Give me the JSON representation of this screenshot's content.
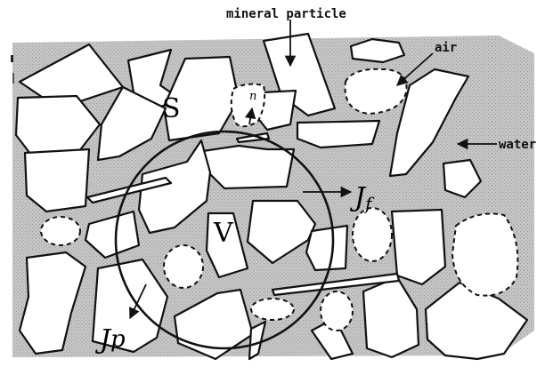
{
  "labels": {
    "mineral_particle": "mineral particle",
    "air": "air",
    "water": "water",
    "surface": "S",
    "normal": "n",
    "volume": "V",
    "flux_fluid_main": "J",
    "flux_fluid_sub": "f",
    "flux_particle_main": "J",
    "flux_particle_sub": "p"
  },
  "colors": {
    "water_fill": "#bfbfbf",
    "outline": "#111111",
    "particle_fill": "#ffffff"
  }
}
